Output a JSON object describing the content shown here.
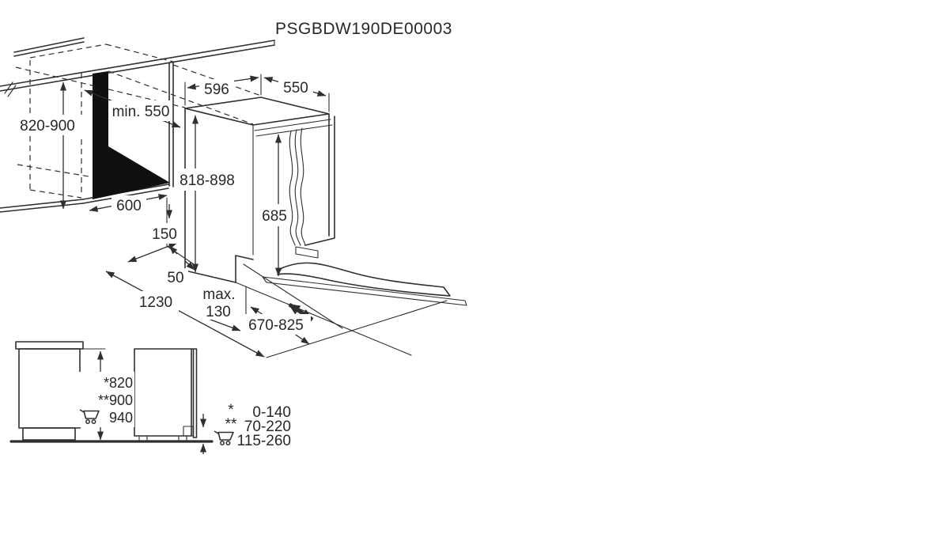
{
  "title": "PSGBDW190DE00003",
  "colors": {
    "line": "#2f2f2f",
    "niche_shadow": "#101010",
    "background": "#ffffff"
  },
  "icons": {
    "trolley": "shopping-cart-icon"
  },
  "niche": {
    "height": "820-900",
    "depth": "min. 550",
    "width": "600"
  },
  "appliance": {
    "width": "596",
    "depth": "550",
    "height": "818-898",
    "door_height": "685"
  },
  "clearances": {
    "plinth": "150",
    "gap": "50",
    "front_clearance": "1230",
    "toe_kick_label": "max.",
    "toe_kick_value": "130",
    "panel_slide": "670-825"
  },
  "side_view": {
    "height_star": "*820",
    "height_2star": "**900",
    "height_cart": "940"
  },
  "legend": [
    {
      "symbol": "*",
      "value": "0-140"
    },
    {
      "symbol": "**",
      "value": "70-220"
    },
    {
      "symbol": "cart-icon",
      "value": "115-260"
    }
  ]
}
